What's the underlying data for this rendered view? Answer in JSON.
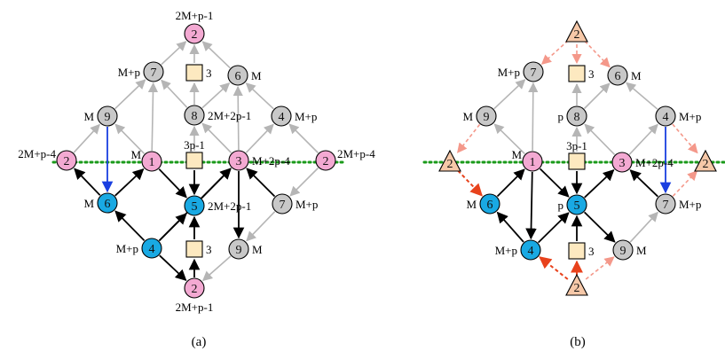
{
  "panels": [
    {
      "caption": "(a)",
      "nodes": [
        {
          "id": "a-top",
          "shape": "circle",
          "fill": "pink",
          "text": "2",
          "label": "2M+p-1",
          "label_pos": "above"
        },
        {
          "id": "a-7",
          "shape": "circle",
          "fill": "gray",
          "text": "7",
          "label": "M+p",
          "label_pos": "left"
        },
        {
          "id": "a-sq3-top",
          "shape": "square",
          "fill": "cream",
          "text": "",
          "label": "3",
          "label_pos": "right"
        },
        {
          "id": "a-6",
          "shape": "circle",
          "fill": "gray",
          "text": "6",
          "label": "M",
          "label_pos": "right"
        },
        {
          "id": "a-9",
          "shape": "circle",
          "fill": "gray",
          "text": "9",
          "label": "M",
          "label_pos": "left"
        },
        {
          "id": "a-8",
          "shape": "circle",
          "fill": "gray",
          "text": "8",
          "label": "2M+2p-1",
          "label_pos": "right"
        },
        {
          "id": "a-4",
          "shape": "circle",
          "fill": "gray",
          "text": "4",
          "label": "M+p",
          "label_pos": "right"
        },
        {
          "id": "a-2L",
          "shape": "circle",
          "fill": "pink",
          "text": "2",
          "label": "2M+p-4",
          "label_pos": "left-above"
        },
        {
          "id": "a-1",
          "shape": "circle",
          "fill": "pink",
          "text": "1",
          "label": "M",
          "label_pos": "left-above"
        },
        {
          "id": "a-sq-mid",
          "shape": "square",
          "fill": "cream",
          "text": "",
          "label": "3p-1",
          "label_pos": "above"
        },
        {
          "id": "a-3",
          "shape": "circle",
          "fill": "pink",
          "text": "3",
          "label": "M+2p-4",
          "label_pos": "right"
        },
        {
          "id": "a-2R",
          "shape": "circle",
          "fill": "pink",
          "text": "2",
          "label": "2M+p-4",
          "label_pos": "right-above"
        },
        {
          "id": "a-6b",
          "shape": "circle",
          "fill": "blue",
          "text": "6",
          "label": "M",
          "label_pos": "left"
        },
        {
          "id": "a-5",
          "shape": "circle",
          "fill": "blue",
          "text": "5",
          "label": "2M+2p-1",
          "label_pos": "right"
        },
        {
          "id": "a-7b",
          "shape": "circle",
          "fill": "gray",
          "text": "7",
          "label": "M+p",
          "label_pos": "right"
        },
        {
          "id": "a-4b",
          "shape": "circle",
          "fill": "blue",
          "text": "4",
          "label": "M+p",
          "label_pos": "left"
        },
        {
          "id": "a-sq3-bot",
          "shape": "square",
          "fill": "cream",
          "text": "",
          "label": "3",
          "label_pos": "right"
        },
        {
          "id": "a-9b",
          "shape": "circle",
          "fill": "gray",
          "text": "9",
          "label": "M",
          "label_pos": "right"
        },
        {
          "id": "a-bot",
          "shape": "circle",
          "fill": "pink",
          "text": "2",
          "label": "2M+p-1",
          "label_pos": "below"
        }
      ]
    },
    {
      "caption": "(b)",
      "nodes": [
        {
          "id": "b-tri-top",
          "shape": "triangle",
          "fill": "peach",
          "text": "2",
          "label": "",
          "label_pos": "none"
        },
        {
          "id": "b-7",
          "shape": "circle",
          "fill": "gray",
          "text": "7",
          "label": "M+p",
          "label_pos": "left"
        },
        {
          "id": "b-sq3-top",
          "shape": "square",
          "fill": "cream",
          "text": "",
          "label": "3",
          "label_pos": "right"
        },
        {
          "id": "b-6",
          "shape": "circle",
          "fill": "gray",
          "text": "6",
          "label": "M",
          "label_pos": "right"
        },
        {
          "id": "b-9",
          "shape": "circle",
          "fill": "gray",
          "text": "9",
          "label": "M",
          "label_pos": "left"
        },
        {
          "id": "b-8",
          "shape": "circle",
          "fill": "gray",
          "text": "8",
          "label": "p",
          "label_pos": "left"
        },
        {
          "id": "b-4",
          "shape": "circle",
          "fill": "gray",
          "text": "4",
          "label": "M+p",
          "label_pos": "right"
        },
        {
          "id": "b-tri-L",
          "shape": "triangle",
          "fill": "peach",
          "text": "2",
          "label": "",
          "label_pos": "none"
        },
        {
          "id": "b-1",
          "shape": "circle",
          "fill": "pink",
          "text": "1",
          "label": "M",
          "label_pos": "left-above"
        },
        {
          "id": "b-sq-mid",
          "shape": "square",
          "fill": "cream",
          "text": "",
          "label": "3p-1",
          "label_pos": "above"
        },
        {
          "id": "b-3",
          "shape": "circle",
          "fill": "pink",
          "text": "3",
          "label": "M+2p-4",
          "label_pos": "right"
        },
        {
          "id": "b-tri-R",
          "shape": "triangle",
          "fill": "peach",
          "text": "2",
          "label": "",
          "label_pos": "none"
        },
        {
          "id": "b-6b",
          "shape": "circle",
          "fill": "blue",
          "text": "6",
          "label": "M",
          "label_pos": "left"
        },
        {
          "id": "b-5",
          "shape": "circle",
          "fill": "blue",
          "text": "5",
          "label": "p",
          "label_pos": "left"
        },
        {
          "id": "b-7b",
          "shape": "circle",
          "fill": "gray",
          "text": "7",
          "label": "M+p",
          "label_pos": "right"
        },
        {
          "id": "b-4b",
          "shape": "circle",
          "fill": "blue",
          "text": "4",
          "label": "M+p",
          "label_pos": "left"
        },
        {
          "id": "b-sq3-bot",
          "shape": "square",
          "fill": "cream",
          "text": "",
          "label": "3",
          "label_pos": "right"
        },
        {
          "id": "b-9b",
          "shape": "circle",
          "fill": "gray",
          "text": "9",
          "label": "M",
          "label_pos": "right"
        },
        {
          "id": "b-tri-bot",
          "shape": "triangle",
          "fill": "peach",
          "text": "2",
          "label": "",
          "label_pos": "none"
        }
      ]
    }
  ],
  "colors": {
    "pink": "#f3a9d2",
    "gray": "#c8c8c8",
    "blue": "#19a9e3",
    "cream": "#fde9c0",
    "peach": "#f6c8a8",
    "edge_black": "#000000",
    "edge_gray": "#b5b5b5",
    "edge_blue": "#1a3fe0",
    "edge_red": "#e8421c",
    "edge_salmon": "#f4988a",
    "dotted_line": "#1a9a1a"
  }
}
